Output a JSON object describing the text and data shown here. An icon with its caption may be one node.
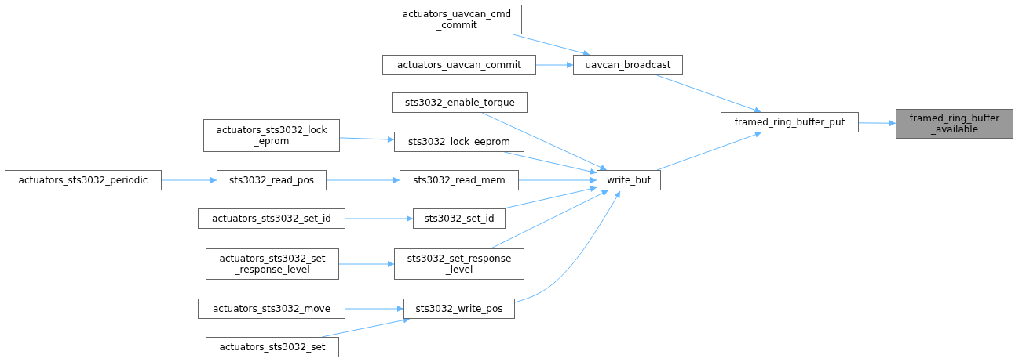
{
  "diagram": {
    "nodes": [
      {
        "text": [
          "framed_ring_buffer _available"
        ]
      },
      {
        "text": [
          "framed_ring_buffer_put"
        ]
      },
      {
        "text": [
          "uavcan_broadcast"
        ]
      },
      {
        "text": [
          "write_buf"
        ]
      },
      {
        "text": [
          "actuators_uavcan_cmd _commit"
        ]
      },
      {
        "text": [
          "actuators_uavcan_commit"
        ]
      },
      {
        "text": [
          "sts3032_enable_torque"
        ]
      },
      {
        "text": [
          "actuators_sts3032_lock _eprom"
        ]
      },
      {
        "text": [
          "sts3032_lock_eeprom"
        ]
      },
      {
        "text": [
          "actuators_sts3032_periodic"
        ]
      },
      {
        "text": [
          "sts3032_read_pos"
        ]
      },
      {
        "text": [
          "sts3032_read_mem"
        ]
      },
      {
        "text": [
          "actuators_sts3032_set_id"
        ]
      },
      {
        "text": [
          "sts3032_set_id"
        ]
      },
      {
        "text": [
          "actuators_sts3032_set _response_level"
        ]
      },
      {
        "text": [
          "sts3032_set_response _level"
        ]
      },
      {
        "text": [
          "actuators_sts3032_move"
        ]
      },
      {
        "text": [
          "sts3032_write_pos"
        ]
      },
      {
        "text": [
          "actuators_sts3032_set"
        ]
      }
    ],
    "edges": [
      {
        "from": 1,
        "to": 0,
        "arrow": "to"
      },
      {
        "from": 2,
        "to": 1,
        "arrow": "to"
      },
      {
        "from": 3,
        "to": 1,
        "arrow": "to"
      },
      {
        "from": 4,
        "to": 2,
        "arrow": "to"
      },
      {
        "from": 5,
        "to": 2,
        "arrow": "to"
      },
      {
        "from": 6,
        "to": 3,
        "arrow": "to"
      },
      {
        "from": 8,
        "to": 3,
        "arrow": "to"
      },
      {
        "from": 11,
        "to": 3,
        "arrow": "to"
      },
      {
        "from": 13,
        "to": 3,
        "arrow": "to"
      },
      {
        "from": 15,
        "to": 3,
        "arrow": "to"
      },
      {
        "from": 17,
        "to": 3,
        "arrow": "to"
      },
      {
        "from": 7,
        "to": 8,
        "arrow": "to"
      },
      {
        "from": 10,
        "to": 11,
        "arrow": "to"
      },
      {
        "from": 9,
        "to": 10,
        "arrow": "to"
      },
      {
        "from": 12,
        "to": 13,
        "arrow": "to"
      },
      {
        "from": 14,
        "to": 15,
        "arrow": "to"
      },
      {
        "from": 16,
        "to": 17,
        "arrow": "to"
      },
      {
        "from": 18,
        "to": 17,
        "arrow": "to"
      }
    ]
  }
}
